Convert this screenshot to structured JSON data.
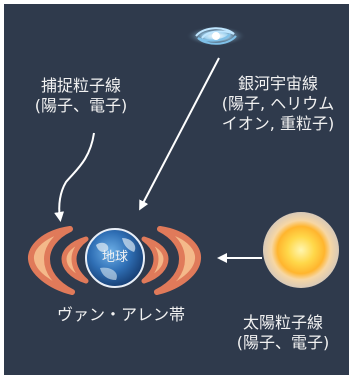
{
  "labels": {
    "trapped_line1": "捕捉粒子線",
    "trapped_line2": "(陽子、電子)",
    "cosmic_line1": "銀河宇宙線",
    "cosmic_line2": "(陽子, ヘリウム",
    "cosmic_line3": "イオン, 重粒子)",
    "earth": "地球",
    "belt": "ヴァン・アレン帯",
    "solar_line1": "太陽粒子線",
    "solar_line2": "(陽子、電子)"
  },
  "colors": {
    "background": "#2f3a4c",
    "text": "#f2f2f2",
    "arrow": "#ffffff",
    "belt_outer": "#e07a5a",
    "belt_inner": "#f4b98a",
    "sun_core": "#ffd84a",
    "sun_glow": "#f5d9a8",
    "earth": "#2f6fb5",
    "galaxy": "#7fc0e8"
  }
}
